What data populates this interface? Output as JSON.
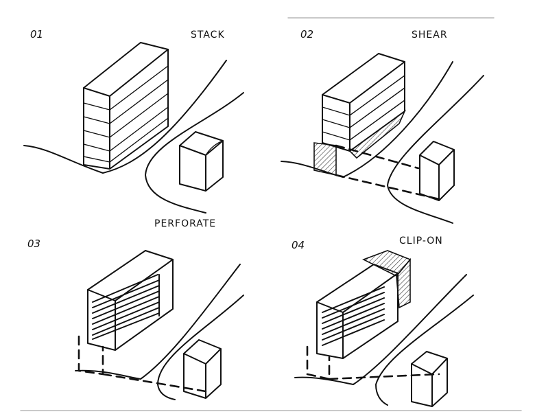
{
  "panels": [
    {
      "number": "01",
      "title": "STACK"
    },
    {
      "number": "02",
      "title": "SHEAR"
    },
    {
      "number": "03",
      "title": "PERFORATE"
    },
    {
      "number": "04",
      "title": "CLIP-ON"
    }
  ]
}
